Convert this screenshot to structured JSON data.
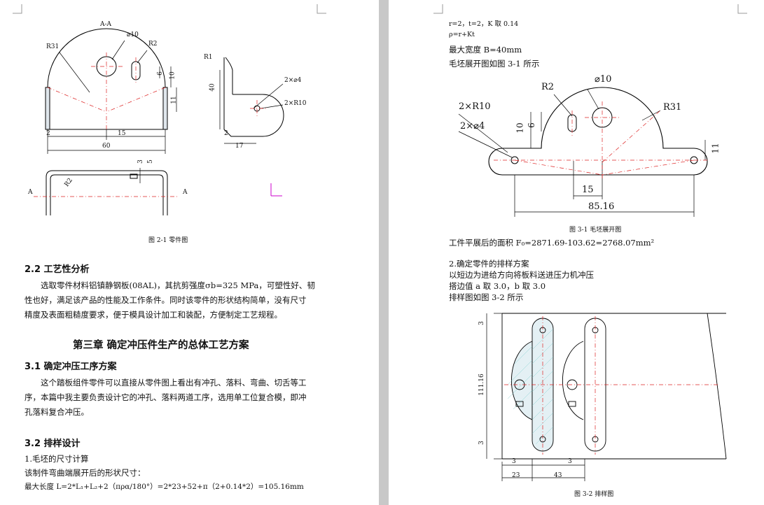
{
  "left_page": {
    "fig21": {
      "section_label": "A-A",
      "dim_phi10": "⌀10",
      "dim_r31": "R31",
      "dim_r2": "R2",
      "dim_r1": "R1",
      "dim_40": "40",
      "dim_6": "6",
      "dim_10": "10",
      "dim_11": "11",
      "dim_2x4": "2×⌀4",
      "dim_2xr10": "2×R10",
      "dim_2a": "2",
      "dim_2b": "2",
      "dim_15": "15",
      "dim_60": "60",
      "dim_17": "17",
      "dim_3": "3",
      "dim_5": "5",
      "dim_r2b": "R2",
      "section_a_left": "A",
      "section_a_right": "A",
      "caption": "图 2-1  零件图"
    },
    "section_22_title": "2.2 工艺性分析",
    "para_22": [
      "选取零件材料铝镇静钢板(08AL)，其抗剪强度σb=325 MPa，可塑性好、韧",
      "性也好，满足该产品的性能及工作条件。同时该零件的形状结构简单，没有尺寸",
      "精度及表面粗糙度要求，便于模具设计加工和装配，方便制定工艺规程。"
    ],
    "chapter3_title": "第三章  确定冲压件生产的总体工艺方案",
    "section_31_title": "3.1 确定冲压工序方案",
    "para_31": [
      "这个踏板组件零件可以直接从零件图上看出有冲孔、落料、弯曲、切舌等工",
      "序，本篇中我主要负责设计它的冲孔、落料两道工序，选用单工位复合模，即冲",
      "孔落料复合冲压。"
    ],
    "section_32_title": "3.2 排样设计",
    "item1": "1.毛坯的尺寸计算",
    "line_a": "该制件弯曲端展开后的形状尺寸：",
    "line_b": "最大长度 L=2*L₁+L₂+2（πρα/180°）=2*23+52+π（2+0.14*2）=105.16mm"
  },
  "right_page": {
    "line_r": "r=2，t=2，K 取 0.14",
    "line_rho": "ρ=r+Kt",
    "line_width": "最大宽度 B=40mm",
    "line_fig31": "毛坯展开图如图 3-1 所示",
    "fig31": {
      "dim_phi10": "⌀10",
      "dim_r2": "R2",
      "dim_r31": "R31",
      "dim_2xr10": "2×R10",
      "dim_2x4": "2×⌀4",
      "dim_10": "10",
      "dim_6": "6",
      "dim_11": "11",
      "dim_15": "15",
      "dim_8516": "85.16",
      "caption": "图 3-1  毛坯展开图"
    },
    "area_line": "工件平展后的面积 F₀=2871.69-103.62=2768.07mm²",
    "item2": "2.确定零件的排样方案",
    "line_feed": "以短边为进给方向将板料送进压力机冲压",
    "line_margin": "搭边值 a 取 3.0，b 取 3.0",
    "line_fig32": "排样图如图 3-2 所示",
    "fig32": {
      "dim_3_top": "3",
      "dim_11116": "111.16",
      "dim_3_bottom": "3",
      "dim_3_a": "3",
      "dim_3_b": "3",
      "dim_23": "23",
      "dim_43": "43",
      "caption": "图 3-2  排样图"
    }
  }
}
